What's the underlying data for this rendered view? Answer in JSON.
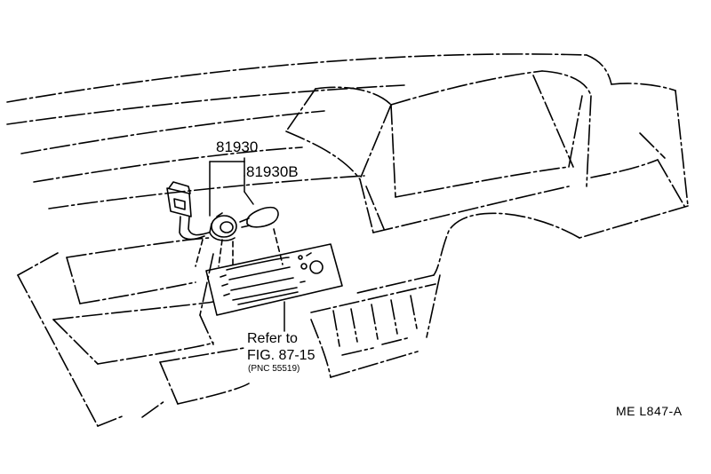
{
  "diagram": {
    "callouts": {
      "part_a": "81930",
      "part_b": "81930B",
      "refer_line1": "Refer to",
      "refer_line2": "FIG. 87-15",
      "refer_line3": "(PNC 55519)"
    },
    "illustration_code": "ME  L847-A"
  },
  "colors": {
    "line": "#000000",
    "background": "#ffffff"
  },
  "icons": {
    "connector": "wire-connector-icon",
    "socket": "bulb-socket-icon",
    "bulb": "wedge-bulb-icon"
  }
}
